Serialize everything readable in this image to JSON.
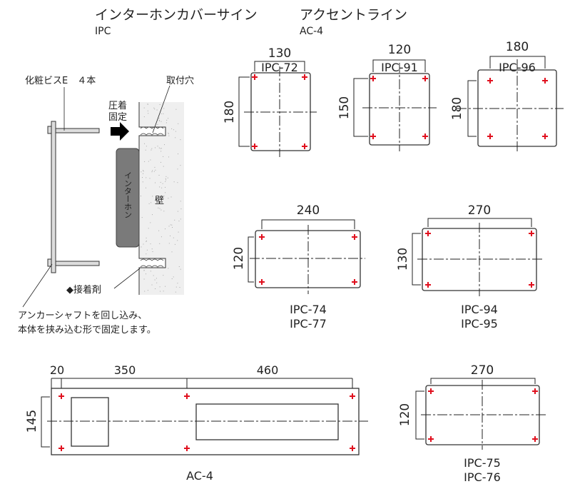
{
  "titles": {
    "left_title": "インターホンカバーサイン",
    "left_code": "IPC",
    "right_title": "アクセントライン",
    "right_code": "AC-4"
  },
  "illustration": {
    "screw_label": "化粧ビスE　４本",
    "hole_label": "取付穴",
    "press_label_1": "圧着",
    "press_label_2": "固定",
    "intercom_label": "インターホン",
    "wall_label": "壁",
    "adhesive_label": "◆接着剤",
    "note_line_1": "アンカーシャフトを回し込み、",
    "note_line_2": "本体を挟み込む形で固定します。"
  },
  "panels": {
    "ipc72": {
      "width": "130",
      "height": "180",
      "label": "IPC-72"
    },
    "ipc91": {
      "width": "120",
      "height": "150",
      "label": "IPC-91"
    },
    "ipc96": {
      "width": "180",
      "height": "180",
      "label": "IPC-96"
    },
    "ipc74": {
      "width": "240",
      "height": "120",
      "label": "IPC-74",
      "label2": "IPC-77"
    },
    "ipc94": {
      "width": "270",
      "height": "130",
      "label": "IPC-94",
      "label2": "IPC-95"
    },
    "ipc75": {
      "width": "270",
      "height": "120",
      "label": "IPC-75",
      "label2": "IPC-76"
    },
    "ac4": {
      "dim1": "20",
      "dim2": "350",
      "dim3": "460",
      "height": "145",
      "label": "AC-4"
    }
  },
  "colors": {
    "mark": "#e0101e",
    "intercom": "#7a7a7a",
    "wall": "#efefef"
  }
}
